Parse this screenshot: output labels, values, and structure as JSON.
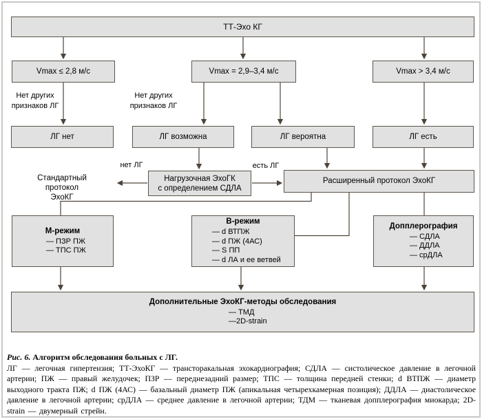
{
  "flowchart": {
    "tt_echo": {
      "label": "ТТ-Эхо КГ"
    },
    "vmax_low": {
      "label": "Vmax ≤ 2,8 м/с"
    },
    "vmax_mid": {
      "label": "Vmax = 2,9–3,4 м/с"
    },
    "vmax_high": {
      "label": "Vmax > 3,4 м/с"
    },
    "no_signs_left": {
      "line1": "Нет других",
      "line2": "признаков ЛГ"
    },
    "no_signs_mid": {
      "line1": "Нет других",
      "line2": "признаков ЛГ"
    },
    "lg_none": {
      "label": "ЛГ нет"
    },
    "lg_possible": {
      "label": "ЛГ возможна"
    },
    "lg_probable": {
      "label": "ЛГ вероятна"
    },
    "lg_present": {
      "label": "ЛГ есть"
    },
    "no_lg_label": "нет ЛГ",
    "yes_lg_label": "есть ЛГ",
    "standard_protocol": {
      "line1": "Стандартный протокол",
      "line2": "ЭхоКГ"
    },
    "stress_echo": {
      "line1": "Нагрузочная ЭхоГК",
      "line2": "с определением СДЛА"
    },
    "extended_protocol": {
      "label": "Расширенный протокол ЭхоКГ"
    },
    "m_mode": {
      "title": "М-режим",
      "items": [
        "— ПЗР ПЖ",
        "— ТПС ПЖ"
      ]
    },
    "b_mode": {
      "title": "В-режим",
      "items": [
        "— d ВТПЖ",
        "— d ПЖ (4АС)",
        "— S ПП",
        "— d ЛА и ее ветвей"
      ]
    },
    "doppler": {
      "title": "Допплерография",
      "items": [
        "— СДЛА",
        "— ДДЛА",
        "— срДЛА"
      ]
    },
    "additional": {
      "title": "Дополнительные ЭхоКГ-методы обследования",
      "items": [
        "— ТМД",
        "—2D-strain"
      ]
    }
  },
  "caption": {
    "figure_label": "Рис. 6.",
    "figure_title": " Алгоритм обследования больных с ЛГ.",
    "legend": "ЛГ — легочная гипертензия; ТТ-ЭхоКГ — трансторакальная эхокардиография; СДЛА — систолическое давление в легочной артерии; ПЖ — правый желудочек; ПЗР — переднезадний размер; ТПС — толщина передней стенки; d ВТПЖ — диаметр выходного тракта ПЖ; d ПЖ (4АС) — базальный диаметр ПЖ (апикальная четырехкамерная позиция); ДДЛА — диастолическое давление в легочной артерии; срДЛА — среднее давление в легочной артерии; ТДМ — тканевая допплерография миокарда; 2D-strain — двумерный стрейн."
  },
  "colors": {
    "box_fill": "#e1e1e1",
    "box_border": "#5c544a",
    "line": "#4c443a",
    "frame": "#c9c7c5"
  }
}
